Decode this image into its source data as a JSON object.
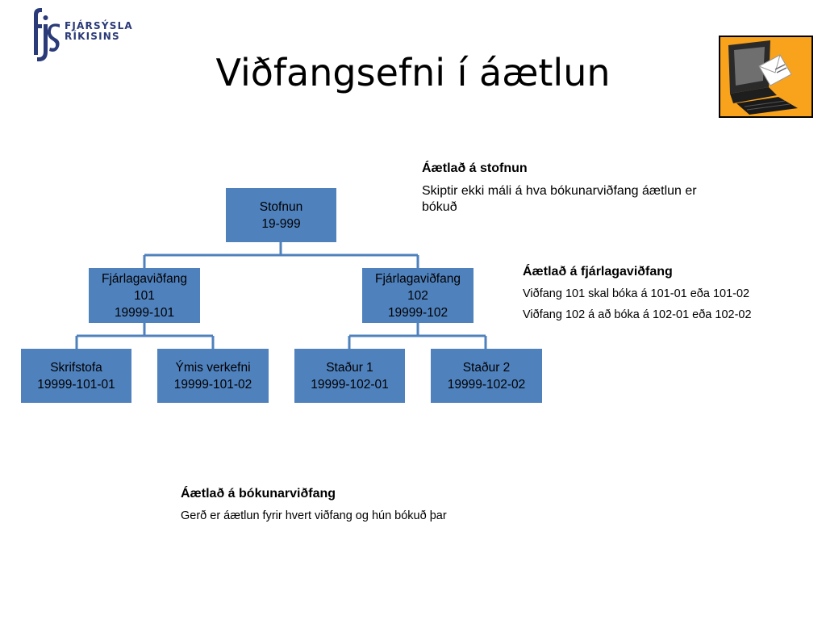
{
  "logo": {
    "line1": "FJÁRSÝSLA",
    "line2": "RÍKISINS"
  },
  "title": "Viðfangsefni í áætlun",
  "clipart_icon": "computer-envelope-icon",
  "colors": {
    "node_fill": "#4f81bd",
    "node_border": "#385d8a",
    "connector": "#4f81bd",
    "clipart_bg": "#f9a31d"
  },
  "org": {
    "root": {
      "l1": "Stofnun",
      "l2": "19-999"
    },
    "a": {
      "l1": "Fjárlagaviðfang",
      "l2": "101",
      "l3": "19999-101"
    },
    "b": {
      "l1": "Fjárlagaviðfang",
      "l2": "102",
      "l3": "19999-102"
    },
    "a1": {
      "l1": "Skrifstofa",
      "l2": "19999-101-01"
    },
    "a2": {
      "l1": "Ýmis verkefni",
      "l2": "19999-101-02"
    },
    "b1": {
      "l1": "Staður 1",
      "l2": "19999-102-01"
    },
    "b2": {
      "l1": "Staður 2",
      "l2": "19999-102-02"
    }
  },
  "notes": {
    "stofnun": {
      "heading": "Áætlað á stofnun",
      "text": "Skiptir ekki máli á hva bókunarviðfang áætlun er bókuð"
    },
    "fjarlaga": {
      "heading": "Áætlað á fjárlagaviðfang",
      "line1": "Viðfang 101 skal bóka á 101-01 eða 101-02",
      "line2": "Viðfang 102 á að bóka á 102-01 eða 102-02"
    },
    "bokunar": {
      "heading": "Áætlað á bókunarviðfang",
      "text": "Gerð er áætlun fyrir hvert viðfang og hún bókuð þar"
    }
  }
}
